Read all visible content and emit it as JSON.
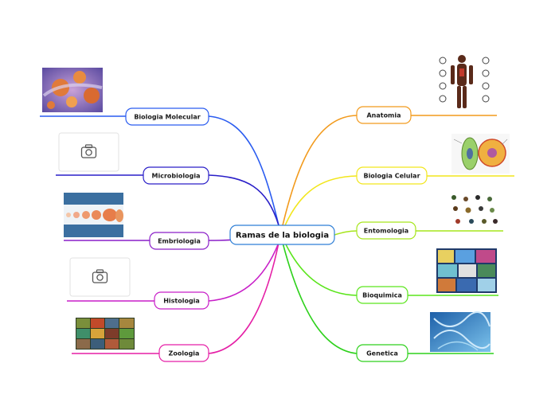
{
  "root": {
    "label": "Ramas de la biologia",
    "color": "#2f7fd6"
  },
  "branches": [
    {
      "id": "biologia-molecular",
      "label": "Biologia Molecular",
      "side": "left",
      "color": "#2a5cf0",
      "image": "virus-photo"
    },
    {
      "id": "microbiologia",
      "label": "Microbiologia",
      "side": "left",
      "color": "#2a1fc8",
      "image": "camera-icon"
    },
    {
      "id": "embriologia",
      "label": "Embriologia",
      "side": "left",
      "color": "#8a1fc8",
      "image": "embryo-photo"
    },
    {
      "id": "histologia",
      "label": "Histologia",
      "side": "left",
      "color": "#c81fc8",
      "image": "camera-icon"
    },
    {
      "id": "zoologia",
      "label": "Zoologia",
      "side": "left",
      "color": "#e51fa6",
      "image": "animals-photo"
    },
    {
      "id": "anatomia",
      "label": "Anatomia",
      "side": "right",
      "color": "#f29a1c",
      "image": "anatomy-illustration"
    },
    {
      "id": "biologia-celular",
      "label": "Biologia Celular",
      "side": "right",
      "color": "#f2e61c",
      "image": "cell-diagram"
    },
    {
      "id": "entomologia",
      "label": "Entomologia",
      "side": "right",
      "color": "#a6e51c",
      "image": "insects-photo"
    },
    {
      "id": "bioquimica",
      "label": "Bioquimica",
      "side": "right",
      "color": "#5be51c",
      "image": "biochem-collage"
    },
    {
      "id": "genetica",
      "label": "Genetica",
      "side": "right",
      "color": "#2ed11c",
      "image": "dna-photo"
    }
  ]
}
